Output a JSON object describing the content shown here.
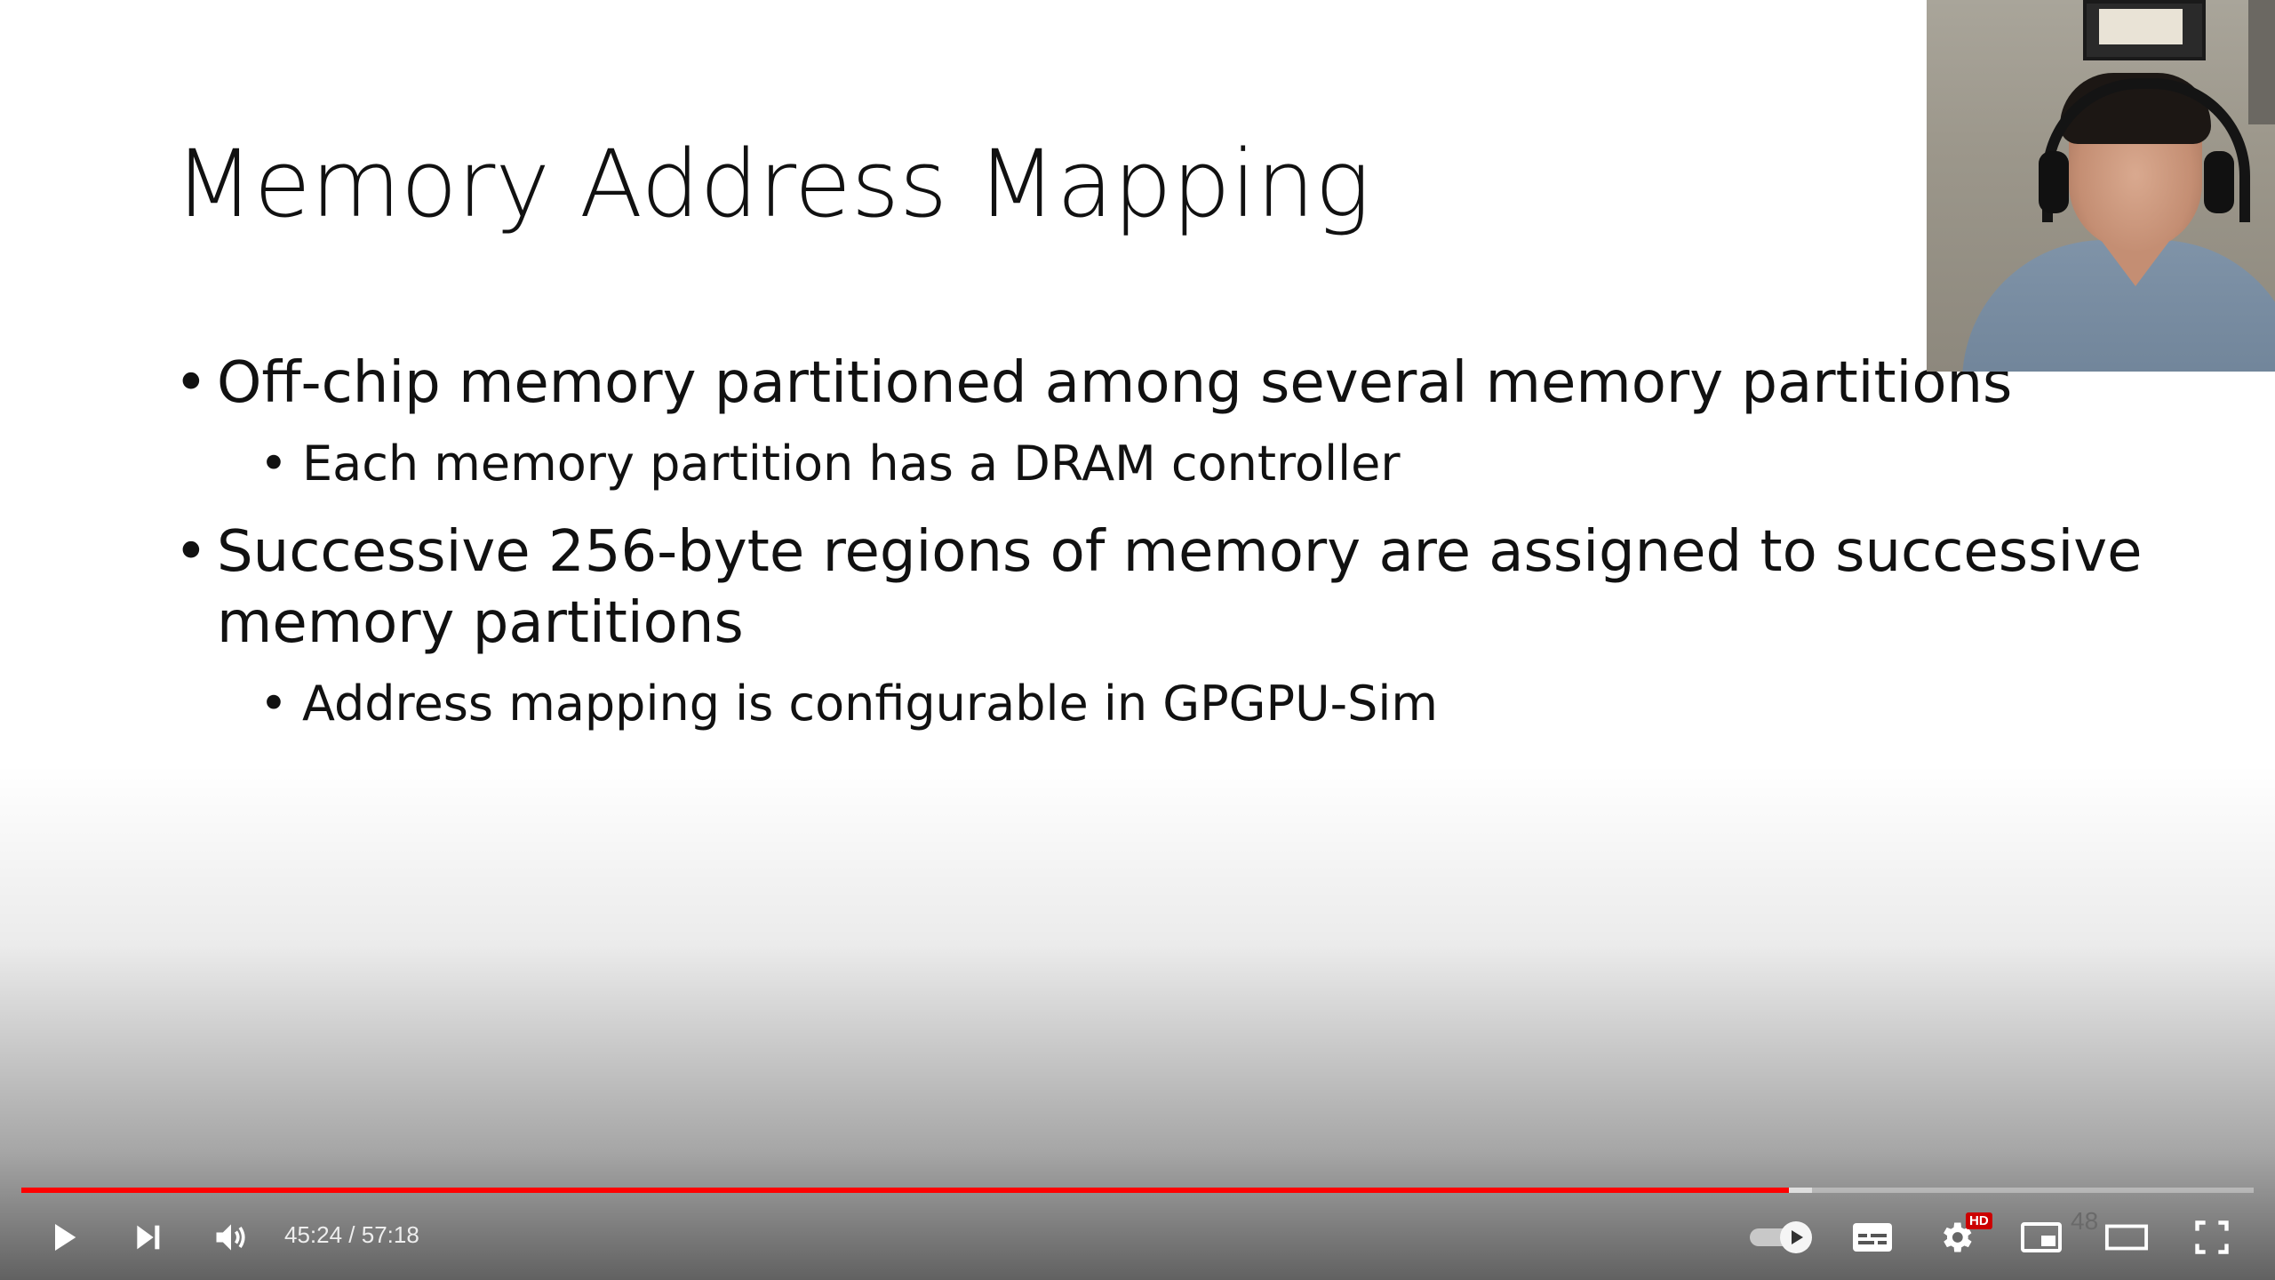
{
  "slide": {
    "title": "Memory Address Mapping",
    "bullets": [
      {
        "level": 1,
        "dot": "•",
        "text": "Off-chip memory partitioned among several memory partitions"
      },
      {
        "level": 2,
        "dot": "•",
        "text": "Each memory partition has a DRAM controller"
      },
      {
        "level": 1,
        "dot": "•",
        "text": "Successive 256-byte regions of memory are assigned to successive"
      },
      {
        "level": 1,
        "dot": "",
        "text": "memory partitions"
      },
      {
        "level": 2,
        "dot": "•",
        "text": "Address mapping is configurable in GPGPU-Sim"
      }
    ],
    "number": "48"
  },
  "player": {
    "current_time": "45:24",
    "separator": " / ",
    "duration": "57:18",
    "progress_fraction": 0.7918,
    "buffered_fraction": 0.8022,
    "hd_badge": "HD",
    "accent_color": "#ff0000"
  },
  "icons": {
    "play": "play-icon",
    "next": "next-icon",
    "volume": "volume-icon",
    "autoplay": "autoplay-toggle-icon",
    "subtitles": "subtitles-icon",
    "settings": "settings-gear-icon",
    "miniplayer": "miniplayer-icon",
    "theater": "theater-mode-icon",
    "fullscreen": "fullscreen-icon"
  }
}
